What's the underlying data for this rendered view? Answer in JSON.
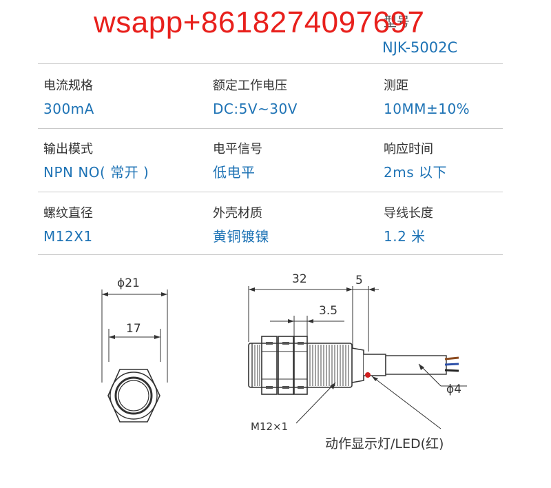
{
  "watermark": "wsapp+8618274097697",
  "model": {
    "label": "型号",
    "value": "NJK-5002C"
  },
  "specs": [
    {
      "label": "电流规格",
      "value": "300mA"
    },
    {
      "label": "额定工作电压",
      "value": "DC:5V~30V"
    },
    {
      "label": "测距",
      "value": "10MM±10%"
    },
    {
      "label": "输出模式",
      "value": "NPN NO( 常开 )"
    },
    {
      "label": "电平信号",
      "value": "低电平"
    },
    {
      "label": "响应时间",
      "value": "2ms 以下"
    },
    {
      "label": "螺纹直径",
      "value": "M12X1"
    },
    {
      "label": "外壳材质",
      "value": "黄铜镀镍"
    },
    {
      "label": "导线长度",
      "value": "1.2 米"
    }
  ],
  "drawing": {
    "outer_diameter": "ϕ21",
    "inner_width": "17",
    "body_length": "32",
    "cable_stub": "5",
    "nut_width": "3.5",
    "cable_diameter": "ϕ4",
    "thread_label": "M12×1",
    "led_label": "动作显示灯/LED(红)"
  },
  "colors": {
    "accent": "#1e73b5",
    "watermark": "#e8201c",
    "wire_brown": "#8b4a1e",
    "wire_blue": "#2b4fa8",
    "wire_black": "#222222",
    "led": "#d02020"
  }
}
